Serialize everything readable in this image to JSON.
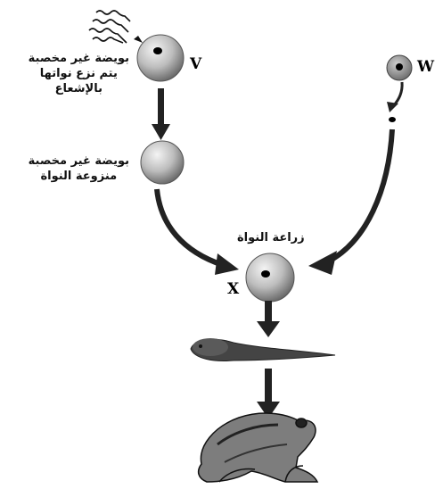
{
  "labels": {
    "v_line1": "بويضة غير مخصبة",
    "v_line2": "يتم نزع نواتها",
    "v_line3": "بالإشعاع",
    "enucleated_line1": "بويضة غير مخصبة",
    "enucleated_line2": "منزوعة النواة",
    "transplant": "زراعة النواة"
  },
  "letters": {
    "v": "V",
    "w": "W",
    "x": "X"
  },
  "colors": {
    "ink": "#111111",
    "cell_light": "#f2f2f2",
    "cell_dark": "#6f6f6f"
  }
}
